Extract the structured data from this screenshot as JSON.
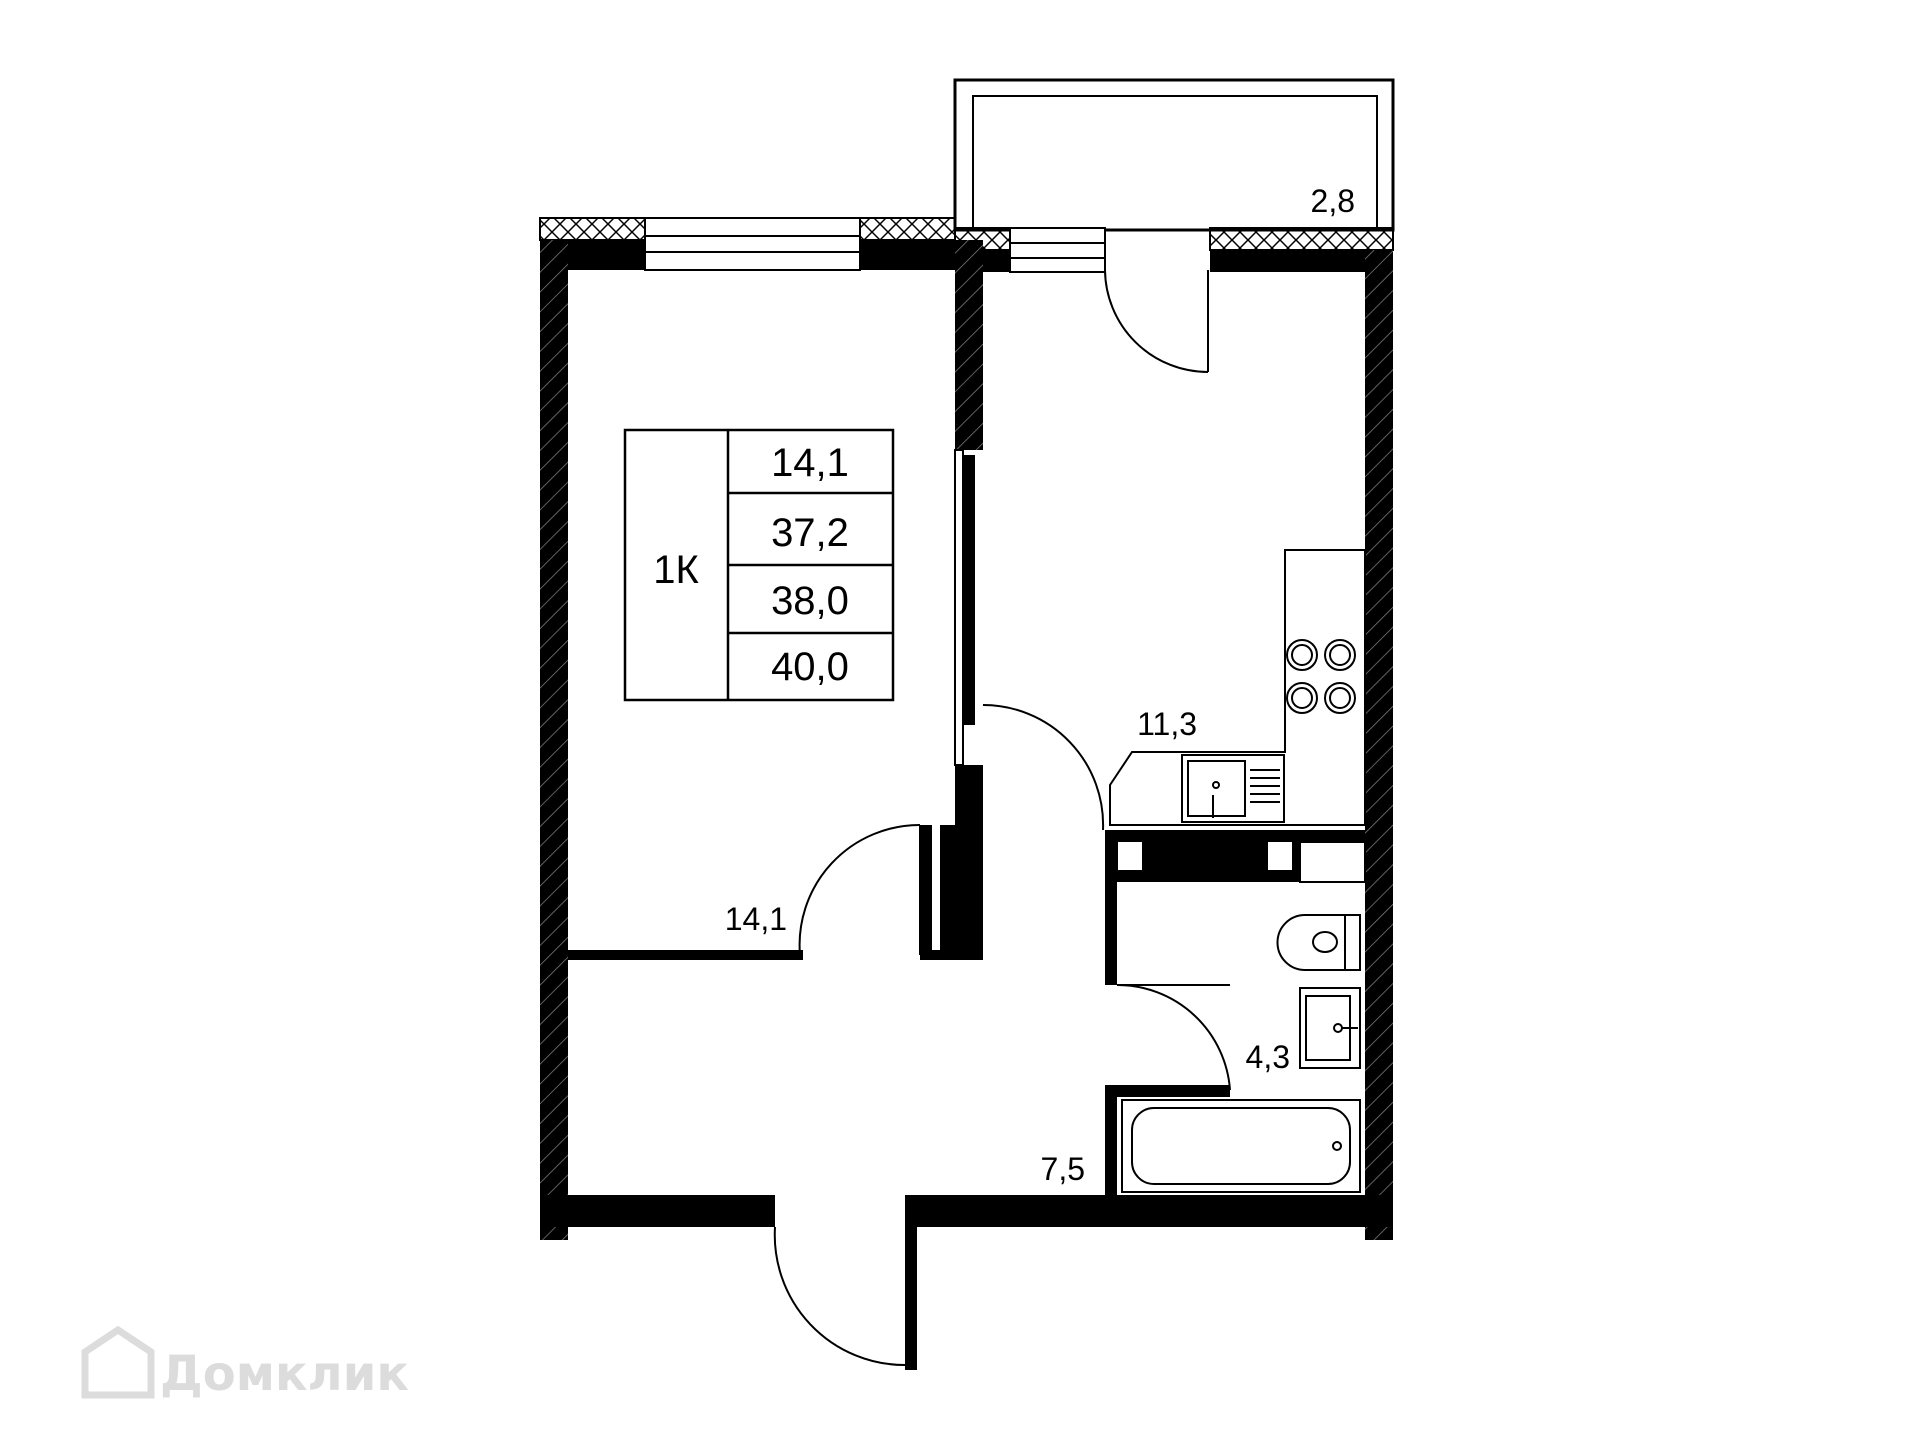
{
  "summary": {
    "type": "1К",
    "values": [
      "14,1",
      "37,2",
      "38,0",
      "40,0"
    ]
  },
  "rooms": {
    "balcony": "2,8",
    "kitchen": "11,3",
    "bedroom": "14,1",
    "bathroom": "4,3",
    "hall": "7,5"
  },
  "watermark": {
    "text": "Домклик",
    "icon": "house-logo-icon"
  }
}
